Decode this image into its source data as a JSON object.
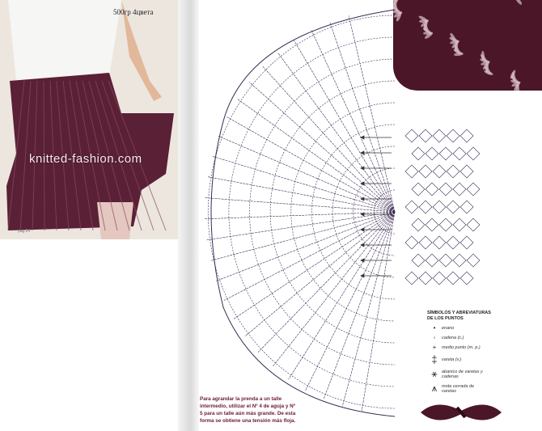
{
  "photo": {
    "caption": "500гр 4цвета",
    "watermark": "knitted-fashion.com",
    "page_number": "pag.24"
  },
  "legend": {
    "title_line1": "SÍMBOLOS Y ABREVIATURAS",
    "title_line2": "DE LOS PUNTOS",
    "items": [
      {
        "icon": "enano-dot",
        "label": "enano"
      },
      {
        "icon": "cadena-oval",
        "label": "cadena (c.)"
      },
      {
        "icon": "medio-punto-cross",
        "label": "medio punto (m. p.)"
      },
      {
        "icon": "vareta-stitch",
        "label": "vareta (v.)"
      },
      {
        "icon": "abanico-fan",
        "label": "abanico de varetas y cadenas"
      },
      {
        "icon": "mota-cluster",
        "label": "mota cerrada de varetas"
      }
    ]
  },
  "note": "Para agrandar la prenda a un talle intermedio, utilizar el Nº 4 de aguja y Nº 5 para un talle aún más grande. De esta forma se obtiene una tensión más floja.",
  "colors": {
    "yarn": "#4a1628",
    "note_text": "#6b1a3a",
    "diagram": "#3a2a55"
  }
}
